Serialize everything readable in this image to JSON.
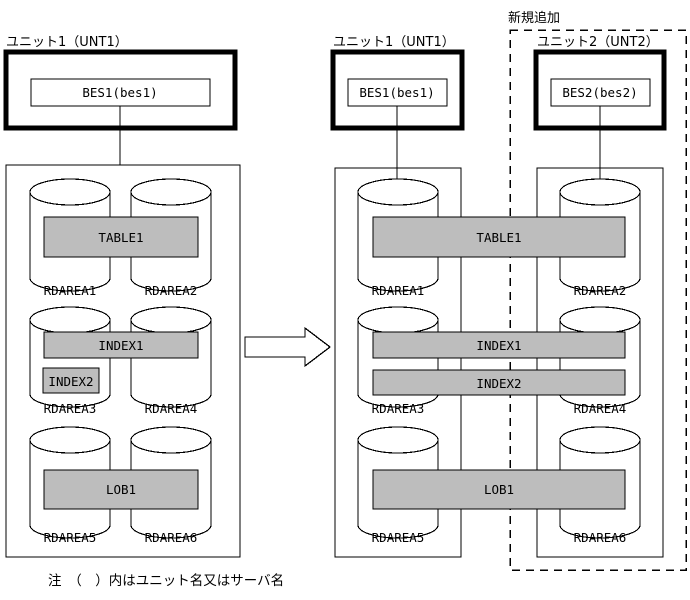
{
  "colors": {
    "fill_gray": "#bdbdbd",
    "stroke": "#000000",
    "background": "#ffffff"
  },
  "annotations": {
    "new_addition_label": "新規追加",
    "footnote": "注　（　）内はユニット名又はサーバ名",
    "arrow_name": "transition-arrow"
  },
  "before": {
    "unit": {
      "caption": "ユニット1（UNT1）",
      "server_box": "BES1(bes1)"
    },
    "rdareas": [
      {
        "label": "RDAREA1"
      },
      {
        "label": "RDAREA2"
      },
      {
        "label": "RDAREA3"
      },
      {
        "label": "RDAREA4"
      },
      {
        "label": "RDAREA5"
      },
      {
        "label": "RDAREA6"
      }
    ],
    "objects": [
      {
        "name": "TABLE1",
        "span": "both"
      },
      {
        "name": "INDEX1",
        "span": "both"
      },
      {
        "name": "INDEX2",
        "span": "left-only"
      },
      {
        "name": "LOB1",
        "span": "both"
      }
    ]
  },
  "after": {
    "units": [
      {
        "caption": "ユニット1（UNT1）",
        "server_box": "BES1(bes1)",
        "is_new": false
      },
      {
        "caption": "ユニット2（UNT2）",
        "server_box": "BES2(bes2)",
        "is_new": true
      }
    ],
    "rdareas": [
      {
        "label": "RDAREA1"
      },
      {
        "label": "RDAREA2"
      },
      {
        "label": "RDAREA3"
      },
      {
        "label": "RDAREA4"
      },
      {
        "label": "RDAREA5"
      },
      {
        "label": "RDAREA6"
      }
    ],
    "objects": [
      {
        "name": "TABLE1",
        "span": "both"
      },
      {
        "name": "INDEX1",
        "span": "both"
      },
      {
        "name": "INDEX2",
        "span": "both"
      },
      {
        "name": "LOB1",
        "span": "both"
      }
    ]
  }
}
